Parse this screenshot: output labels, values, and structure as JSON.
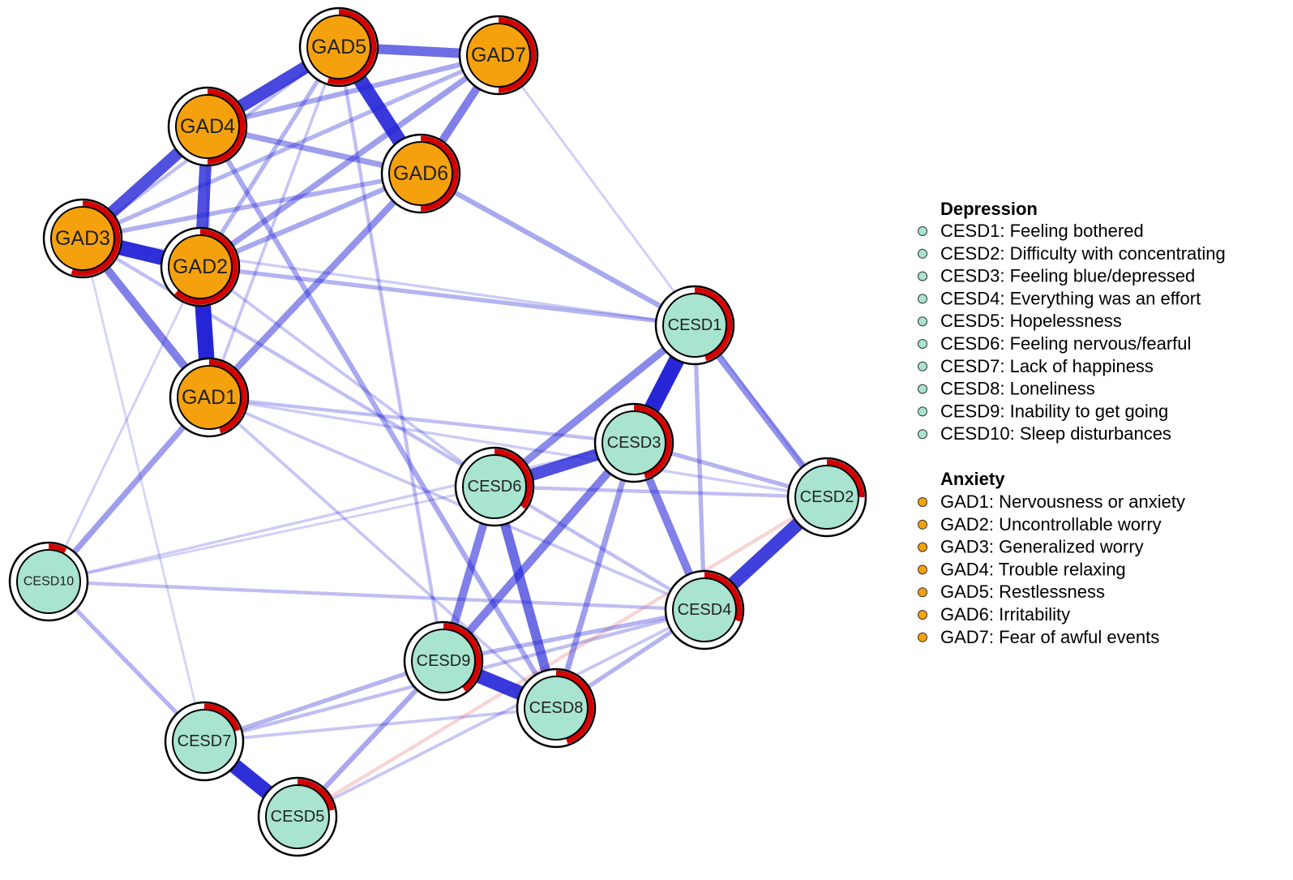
{
  "colors": {
    "depression_fill": "#a8e4cf",
    "anxiety_fill": "#f5a10e",
    "positive_edge": "#1e1ed6",
    "negative_edge": "#e06a6a",
    "pie_ring": "#d40000",
    "node_border": "#000000"
  },
  "nodes": [
    {
      "id": "GAD1",
      "group": "anxiety",
      "pie": 0.45
    },
    {
      "id": "GAD2",
      "group": "anxiety",
      "pie": 0.62
    },
    {
      "id": "GAD3",
      "group": "anxiety",
      "pie": 0.55
    },
    {
      "id": "GAD4",
      "group": "anxiety",
      "pie": 0.5
    },
    {
      "id": "GAD5",
      "group": "anxiety",
      "pie": 0.55
    },
    {
      "id": "GAD6",
      "group": "anxiety",
      "pie": 0.5
    },
    {
      "id": "GAD7",
      "group": "anxiety",
      "pie": 0.5
    },
    {
      "id": "CESD1",
      "group": "depression",
      "pie": 0.45
    },
    {
      "id": "CESD2",
      "group": "depression",
      "pie": 0.25
    },
    {
      "id": "CESD3",
      "group": "depression",
      "pie": 0.45
    },
    {
      "id": "CESD4",
      "group": "depression",
      "pie": 0.3
    },
    {
      "id": "CESD5",
      "group": "depression",
      "pie": 0.22
    },
    {
      "id": "CESD6",
      "group": "depression",
      "pie": 0.35
    },
    {
      "id": "CESD7",
      "group": "depression",
      "pie": 0.2
    },
    {
      "id": "CESD8",
      "group": "depression",
      "pie": 0.45
    },
    {
      "id": "CESD9",
      "group": "depression",
      "pie": 0.4
    },
    {
      "id": "CESD10",
      "group": "depression",
      "pie": 0.08
    }
  ],
  "edges": [
    {
      "from": "GAD1",
      "to": "GAD2",
      "weight": 0.95
    },
    {
      "from": "GAD2",
      "to": "GAD3",
      "weight": 0.9
    },
    {
      "from": "GAD3",
      "to": "GAD4",
      "weight": 0.7
    },
    {
      "from": "GAD4",
      "to": "GAD5",
      "weight": 0.75
    },
    {
      "from": "GAD5",
      "to": "GAD6",
      "weight": 0.85
    },
    {
      "from": "GAD5",
      "to": "GAD7",
      "weight": 0.55
    },
    {
      "from": "GAD2",
      "to": "GAD4",
      "weight": 0.7
    },
    {
      "from": "GAD1",
      "to": "GAD3",
      "weight": 0.45
    },
    {
      "from": "GAD4",
      "to": "GAD6",
      "weight": 0.3
    },
    {
      "from": "GAD6",
      "to": "GAD7",
      "weight": 0.45
    },
    {
      "from": "GAD1",
      "to": "GAD6",
      "weight": 0.35
    },
    {
      "from": "GAD2",
      "to": "GAD7",
      "weight": 0.3
    },
    {
      "from": "GAD3",
      "to": "GAD7",
      "weight": 0.2
    },
    {
      "from": "GAD4",
      "to": "GAD7",
      "weight": 0.25
    },
    {
      "from": "GAD2",
      "to": "GAD5",
      "weight": 0.2
    },
    {
      "from": "GAD3",
      "to": "GAD6",
      "weight": 0.22
    },
    {
      "from": "GAD1",
      "to": "GAD5",
      "weight": 0.12
    },
    {
      "from": "GAD2",
      "to": "GAD6",
      "weight": 0.25
    },
    {
      "from": "GAD1",
      "to": "GAD4",
      "weight": 0.15
    },
    {
      "from": "GAD3",
      "to": "GAD5",
      "weight": 0.15
    },
    {
      "from": "CESD1",
      "to": "CESD3",
      "weight": 0.95
    },
    {
      "from": "CESD3",
      "to": "CESD6",
      "weight": 0.7
    },
    {
      "from": "CESD2",
      "to": "CESD4",
      "weight": 0.8
    },
    {
      "from": "CESD9",
      "to": "CESD8",
      "weight": 0.85
    },
    {
      "from": "CESD7",
      "to": "CESD5",
      "weight": 0.9
    },
    {
      "from": "CESD6",
      "to": "CESD8",
      "weight": 0.55
    },
    {
      "from": "CESD6",
      "to": "CESD9",
      "weight": 0.45
    },
    {
      "from": "CESD3",
      "to": "CESD9",
      "weight": 0.45
    },
    {
      "from": "CESD3",
      "to": "CESD4",
      "weight": 0.45
    },
    {
      "from": "CESD1",
      "to": "CESD6",
      "weight": 0.4
    },
    {
      "from": "CESD1",
      "to": "CESD2",
      "weight": 0.35
    },
    {
      "from": "CESD3",
      "to": "CESD8",
      "weight": 0.3
    },
    {
      "from": "CESD3",
      "to": "CESD2",
      "weight": 0.2
    },
    {
      "from": "CESD1",
      "to": "CESD4",
      "weight": 0.2
    },
    {
      "from": "CESD5",
      "to": "CESD9",
      "weight": 0.25
    },
    {
      "from": "CESD7",
      "to": "CESD9",
      "weight": 0.2
    },
    {
      "from": "CESD7",
      "to": "CESD4",
      "weight": 0.15
    },
    {
      "from": "CESD9",
      "to": "CESD4",
      "weight": 0.2
    },
    {
      "from": "CESD8",
      "to": "CESD4",
      "weight": 0.2
    },
    {
      "from": "CESD10",
      "to": "CESD7",
      "weight": 0.2
    },
    {
      "from": "CESD10",
      "to": "CESD4",
      "weight": 0.15
    },
    {
      "from": "CESD10",
      "to": "CESD3",
      "weight": 0.1
    },
    {
      "from": "CESD6",
      "to": "CESD2",
      "weight": 0.15
    },
    {
      "from": "CESD5",
      "to": "CESD4",
      "weight": 0.12
    },
    {
      "from": "CESD7",
      "to": "CESD8",
      "weight": 0.12
    },
    {
      "from": "GAD1",
      "to": "CESD10",
      "weight": 0.3
    },
    {
      "from": "GAD6",
      "to": "CESD1",
      "weight": 0.25
    },
    {
      "from": "GAD4",
      "to": "CESD8",
      "weight": 0.25
    },
    {
      "from": "GAD2",
      "to": "CESD1",
      "weight": 0.2
    },
    {
      "from": "GAD1",
      "to": "CESD3",
      "weight": 0.15
    },
    {
      "from": "GAD3",
      "to": "CESD4",
      "weight": 0.15
    },
    {
      "from": "GAD1",
      "to": "CESD4",
      "weight": 0.12
    },
    {
      "from": "GAD1",
      "to": "CESD8",
      "weight": 0.12
    },
    {
      "from": "GAD5",
      "to": "CESD9",
      "weight": 0.15
    },
    {
      "from": "GAD2",
      "to": "CESD6",
      "weight": 0.12
    },
    {
      "from": "GAD7",
      "to": "CESD2",
      "weight": 0.08
    },
    {
      "from": "GAD3",
      "to": "CESD1",
      "weight": 0.1
    },
    {
      "from": "GAD2",
      "to": "CESD10",
      "weight": 0.08
    },
    {
      "from": "GAD3",
      "to": "CESD7",
      "weight": 0.07
    },
    {
      "from": "GAD1",
      "to": "CESD2",
      "weight": 0.1
    },
    {
      "from": "CESD10",
      "to": "CESD6",
      "weight": 0.08
    },
    {
      "from": "CESD5",
      "to": "CESD2",
      "weight": -0.15
    }
  ],
  "legend": {
    "depression_title": "Depression",
    "depression_items": [
      "CESD1: Feeling bothered",
      "CESD2: Difficulty with concentrating",
      "CESD3: Feeling blue/depressed",
      "CESD4: Everything was an effort",
      "CESD5: Hopelessness",
      "CESD6: Feeling nervous/fearful",
      "CESD7: Lack of happiness",
      "CESD8: Loneliness",
      "CESD9: Inability to get going",
      "CESD10: Sleep disturbances"
    ],
    "anxiety_title": "Anxiety",
    "anxiety_items": [
      "GAD1: Nervousness or anxiety",
      "GAD2: Uncontrollable worry",
      "GAD3: Generalized worry",
      "GAD4: Trouble relaxing",
      "GAD5: Restlessness",
      "GAD6: Irritability",
      "GAD7: Fear of awful events"
    ]
  }
}
